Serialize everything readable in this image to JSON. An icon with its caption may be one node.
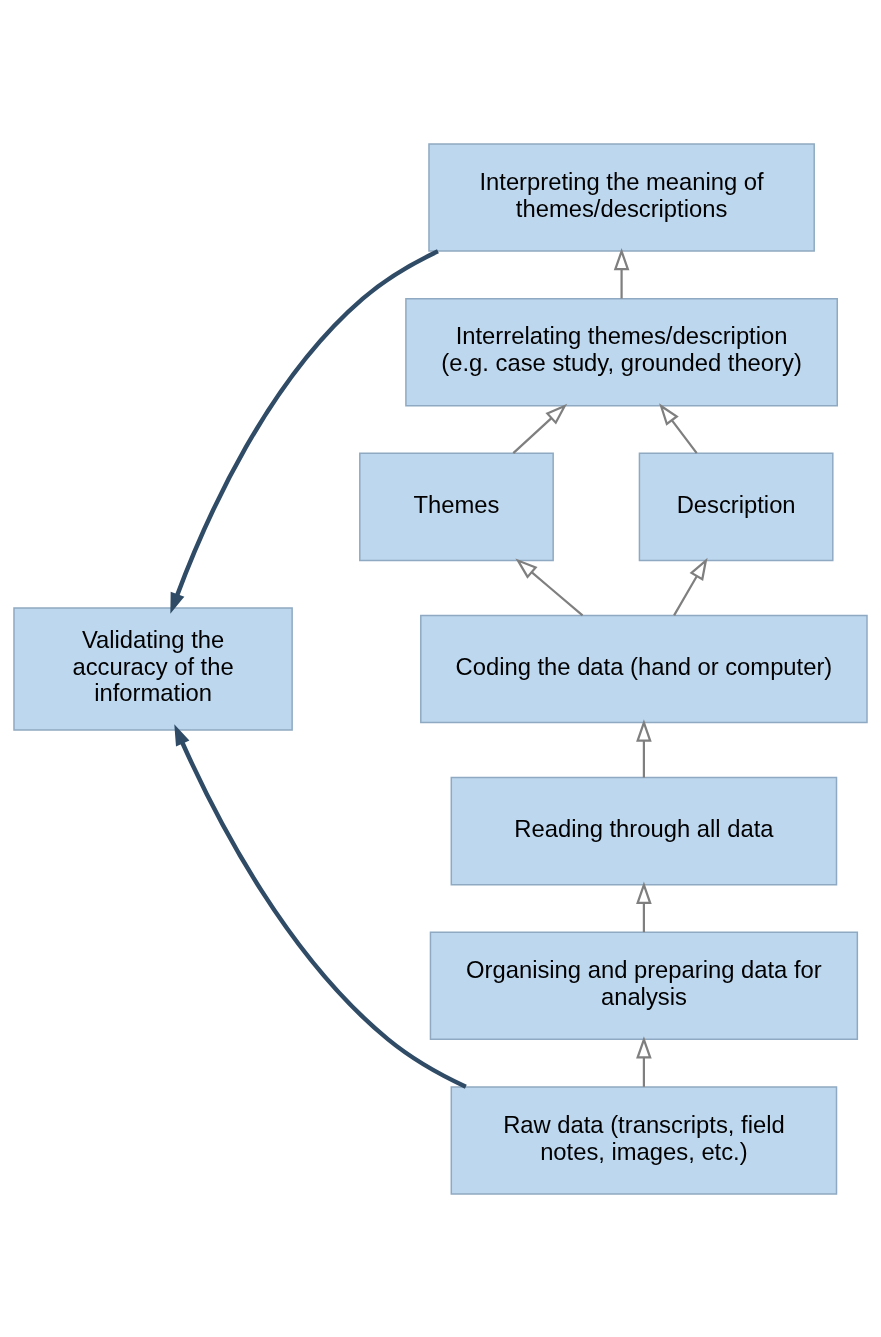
{
  "diagram": {
    "nodes": [
      {
        "text": [
          "Interpreting the meaning of themes/descriptions"
        ]
      },
      {
        "text": [
          "Interrelating themes/description (e.g. case study, grounded theory)"
        ]
      },
      {
        "text": [
          "Themes"
        ]
      },
      {
        "text": [
          "Description"
        ]
      },
      {
        "text": [
          "Validating the accuracy of the information"
        ]
      },
      {
        "text": [
          "Coding the data (hand or computer)"
        ]
      },
      {
        "text": [
          "Reading through all data"
        ]
      },
      {
        "text": [
          "Organising and preparing data for analysis"
        ]
      },
      {
        "text": [
          "Raw data (transcripts, field notes, images, etc.)"
        ]
      }
    ],
    "edges": [
      {
        "from": 8,
        "to": 7,
        "arrow": "to"
      },
      {
        "from": 7,
        "to": 6,
        "arrow": "to"
      },
      {
        "from": 6,
        "to": 5,
        "arrow": "to"
      },
      {
        "from": 5,
        "to": 2,
        "arrow": "to"
      },
      {
        "from": 5,
        "to": 3,
        "arrow": "to"
      },
      {
        "from": 2,
        "to": 1,
        "arrow": "to"
      },
      {
        "from": 3,
        "to": 1,
        "arrow": "to"
      },
      {
        "from": 1,
        "to": 0,
        "arrow": "to"
      },
      {
        "from": 0,
        "to": 4,
        "arrow": "to",
        "style": "thick",
        "color": "#2f4b66"
      },
      {
        "from": 8,
        "to": 4,
        "arrow": "to",
        "style": "thick",
        "color": "#2f4b66"
      }
    ]
  }
}
